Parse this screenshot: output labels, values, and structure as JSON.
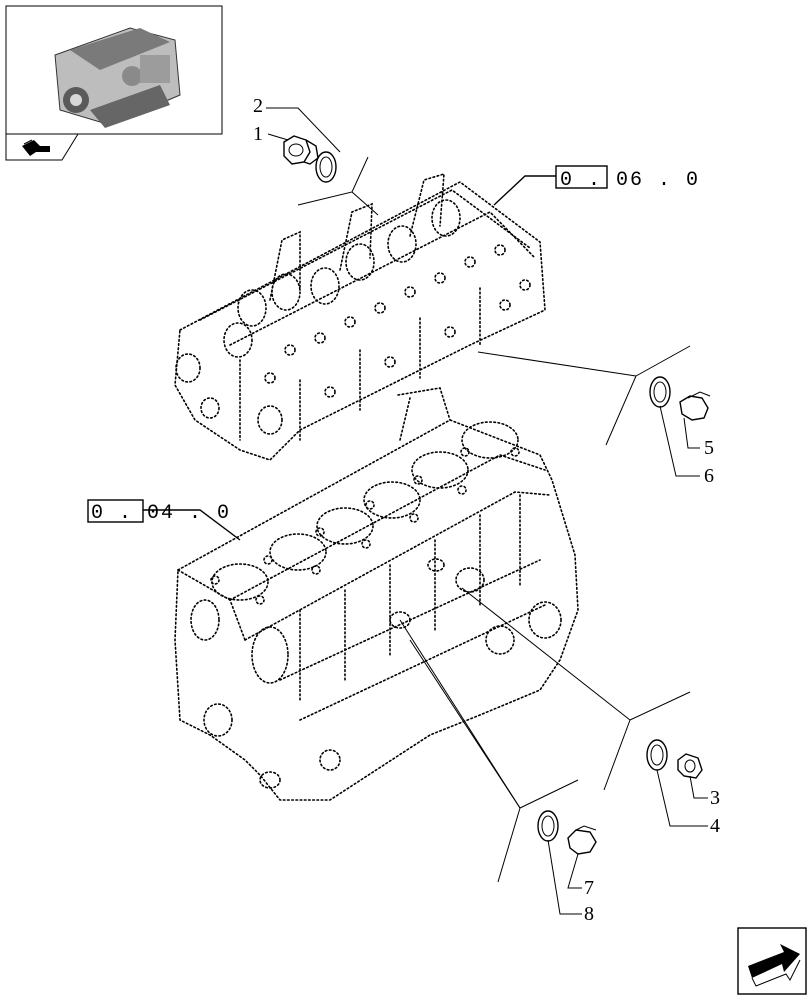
{
  "thumbnail": {
    "icon": "engine-thumbnail-icon",
    "nav_icon": "back-arrow-icon"
  },
  "references": {
    "head": "0 . 06 . 0",
    "block": "0 . 04 . 0"
  },
  "callouts": {
    "c1": "1",
    "c2": "2",
    "c3": "3",
    "c4": "4",
    "c5": "5",
    "c6": "6",
    "c7": "7",
    "c8": "8"
  },
  "navigation": {
    "next_icon": "next-page-arrow-icon"
  }
}
